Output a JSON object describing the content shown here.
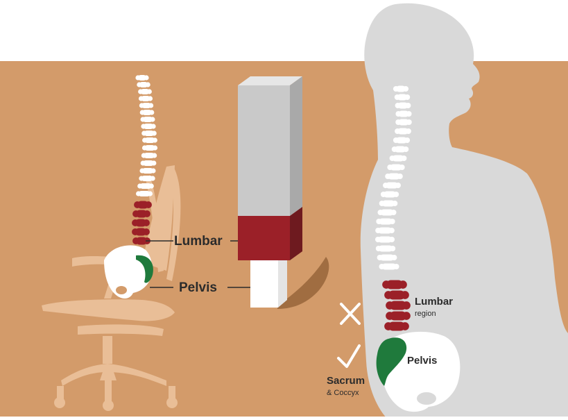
{
  "labels": {
    "chair_lumbar": "Lumbar",
    "chair_pelvis": "Pelvis",
    "body_lumbar": "Lumbar",
    "body_lumbar_sub": "region",
    "body_pelvis": "Pelvis",
    "sacrum": "Sacrum",
    "sacrum_sub": "& Coccyx"
  },
  "colors": {
    "background_floor": "#D39B6A",
    "sky": "#FFFFFF",
    "lumbar_red": "#9B2028",
    "sacrum_green": "#1F7A3C",
    "bone_white": "#FFFFFF",
    "silhouette_gray": "#D9D9D9",
    "chair_tan": "#E9BE97",
    "block_gray": "#C9C9C9",
    "text_dark": "#2B2B2B"
  },
  "icons": {
    "incorrect": "x-mark-icon",
    "correct": "check-mark-icon"
  }
}
